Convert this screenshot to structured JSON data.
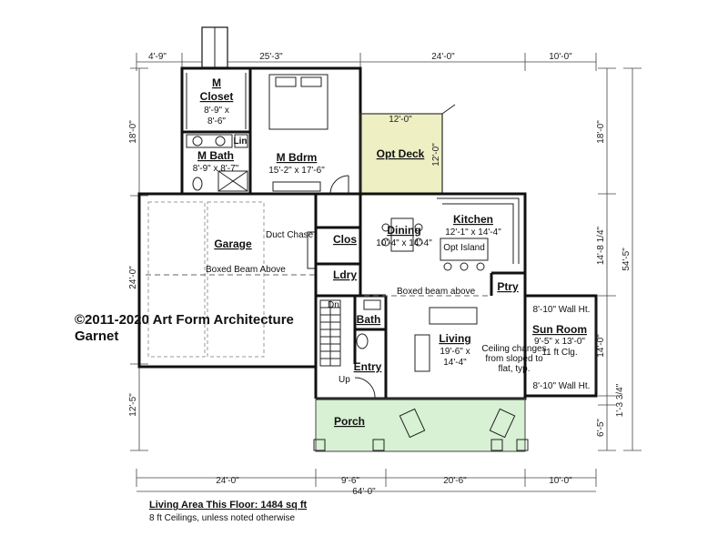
{
  "dims": {
    "top": [
      "4'-9\"",
      "25'-3\"",
      "24'-0\"",
      "10'-0\""
    ],
    "bottom": [
      "24'-0\"",
      "9'-6\"",
      "20'-6\"",
      "10'-0\""
    ],
    "bottom_total": "64'-0\"",
    "left": [
      "18'-0\"",
      "24'-0\"",
      "12'-5\""
    ],
    "right_inner": [
      "18'-0\"",
      "14'-8 1/4\"",
      "14'-0\"",
      "1'-3 3/4\"",
      "6'-5\""
    ],
    "right_total": "54'-5\"",
    "deck_w": "12'-0\"",
    "deck_h": "12'-0\""
  },
  "rooms": {
    "closet_name": "M Closet",
    "closet_name_1": "M",
    "closet_name_2": "Closet",
    "closet_size_1": "8'-9\" x",
    "closet_size_2": "8'-6\"",
    "bath_name": "M Bath",
    "bath_size": "8'-9\" x 8'-7\"",
    "lin": "Lin",
    "bdrm_name": "M Bdrm",
    "bdrm_size": "15'-2\" x 17'-6\"",
    "deck_name": "Opt Deck",
    "garage_name": "Garage",
    "duct": "Duct Chase",
    "beam_garage": "Boxed Beam Above",
    "clos": "Clos",
    "ldry": "Ldry",
    "dining_name": "Dining",
    "dining_size": "10'-4\" x 14'-4\"",
    "kitchen_name": "Kitchen",
    "kitchen_size": "12'-1\" x 14'-4\"",
    "island": "Opt Island",
    "ptry": "Ptry",
    "beam_living": "Boxed beam above",
    "dn": "Dn",
    "up": "Up",
    "bath": "Bath",
    "entry": "Entry",
    "living_name": "Living",
    "living_size_1": "19'-6\" x",
    "living_size_2": "14'-4\"",
    "sun_name": "Sun Room",
    "sun_size_1": "9'-5\" x 13'-0\"",
    "sun_size_2": "11 ft Clg.",
    "wall_ht_top": "8'-10\" Wall Ht.",
    "wall_ht_bot": "8'-10\" Wall Ht.",
    "ceiling_1": "Ceiling changes",
    "ceiling_2": "from sloped to",
    "ceiling_3": "flat, typ.",
    "porch": "Porch"
  },
  "copyright_1": "©2011-2020 Art Form Architecture",
  "copyright_2": "Garnet",
  "footer_1": "Living Area This Floor: 1484 sq ft",
  "footer_2": "8 ft Ceilings, unless noted otherwise",
  "colors": {
    "deck": "#eef0c4",
    "porch": "#d8f0d4"
  }
}
